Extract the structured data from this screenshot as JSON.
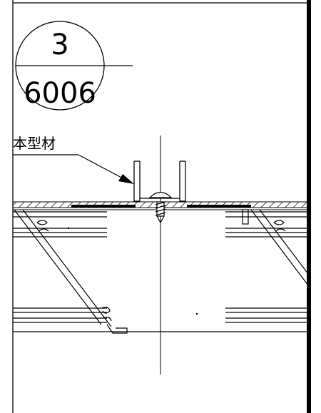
{
  "detail_callout": {
    "number": "3",
    "sheet": "6006"
  },
  "annotation": {
    "label": "本型材"
  },
  "colors": {
    "ink": "#000000",
    "paper": "#ffffff"
  }
}
